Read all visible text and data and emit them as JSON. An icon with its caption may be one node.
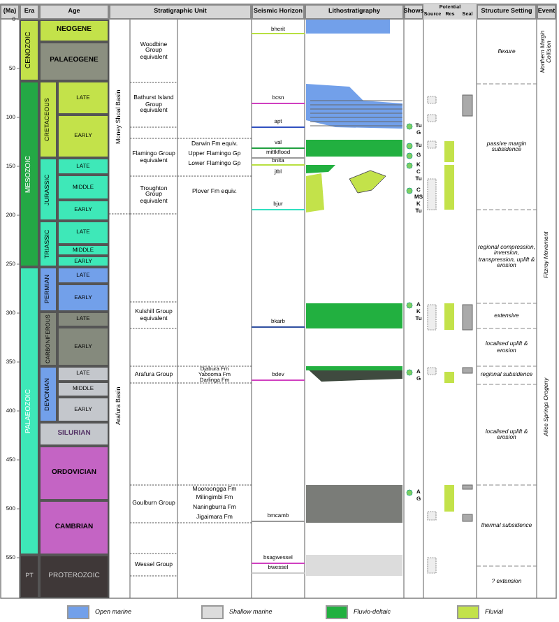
{
  "diagram": {
    "labels": [
      "(Ma)",
      "Era",
      "Age",
      "Stratigraphic Unit",
      "Seismic Horizon",
      "Lithostratigraphy",
      "Shows",
      "Potential",
      "Source",
      "Res",
      "Seal",
      "Structure Setting",
      "Event",
      "0",
      "50",
      "100",
      "150",
      "200",
      "250",
      "300",
      "350",
      "400",
      "450",
      "500",
      "550",
      "CENOZOIC",
      "MESOZOIC",
      "PALAEOZOIC",
      "PT",
      "NEOGENE",
      "PALAEOGENE",
      "CRETACEOUS",
      "JURASSIC",
      "TRIASSIC",
      "PERMIAN",
      "CARBONIFEROUS",
      "DEVONIAN",
      "SILURIAN",
      "ORDOVICIAN",
      "CAMBRIAN",
      "PROTEROZOIC",
      "LATE",
      "EARLY",
      "LATE",
      "MIDDLE",
      "EARLY",
      "LATE",
      "MIDDLE",
      "EARLY",
      "LATE",
      "EARLY",
      "LATE",
      "EARLY",
      "LATE",
      "MIDDLE",
      "EARLY",
      "Money Shoal Basin",
      "Arafura Basin",
      "Woodbine Group equivalent",
      "Bathurst Island Group equivalent",
      "Flamingo Group equivalent",
      "Troughton Group equivalent",
      "Kulshill Group equivalent",
      "Arafura Group",
      "Goulburn Group",
      "Wessel Group",
      "Darwin Fm equiv.",
      "Upper Flamingo Gp",
      "Lower Flamingo Gp",
      "Plover Fm equiv.",
      "Djabura Fm",
      "Yabooma Fm",
      "Darlinga Fm",
      "Mooroongga Fm",
      "Milingimbi Fm",
      "Naningburra Fm",
      "Jigaimara Fm",
      "bherit",
      "bcsn",
      "apt",
      "val",
      "mittkflood",
      "bnita",
      "jtbl",
      "bjur",
      "bkarb",
      "bdev",
      "bmcamb",
      "bsagwessel",
      "bwessel",
      "Tu",
      "G",
      "Tu",
      "G",
      "K",
      "C",
      "Tu",
      "C",
      "MS",
      "K",
      "Tu",
      "A",
      "K",
      "Tu",
      "A",
      "G",
      "A",
      "G",
      "flexure",
      "passive margin subsidence",
      "regional compression, inversion, transpression, uplift & erosion",
      "extensive",
      "localised uplift & erosion",
      "regional subsidence",
      "localised uplift & erosion",
      "thermal subsidence",
      "? extension",
      "Northern Margin Collision",
      "Fitzroy Movement",
      "Alice Springs Orogeny"
    ],
    "legend": [
      {
        "text": "Open marine",
        "color": "#72a0ea"
      },
      {
        "text": "Shallow marine",
        "color": "#dcdcdc"
      },
      {
        "text": "Fluvio-deltaic",
        "color": "#22b040"
      },
      {
        "text": "Fluvial",
        "color": "#c3e24a"
      }
    ]
  }
}
